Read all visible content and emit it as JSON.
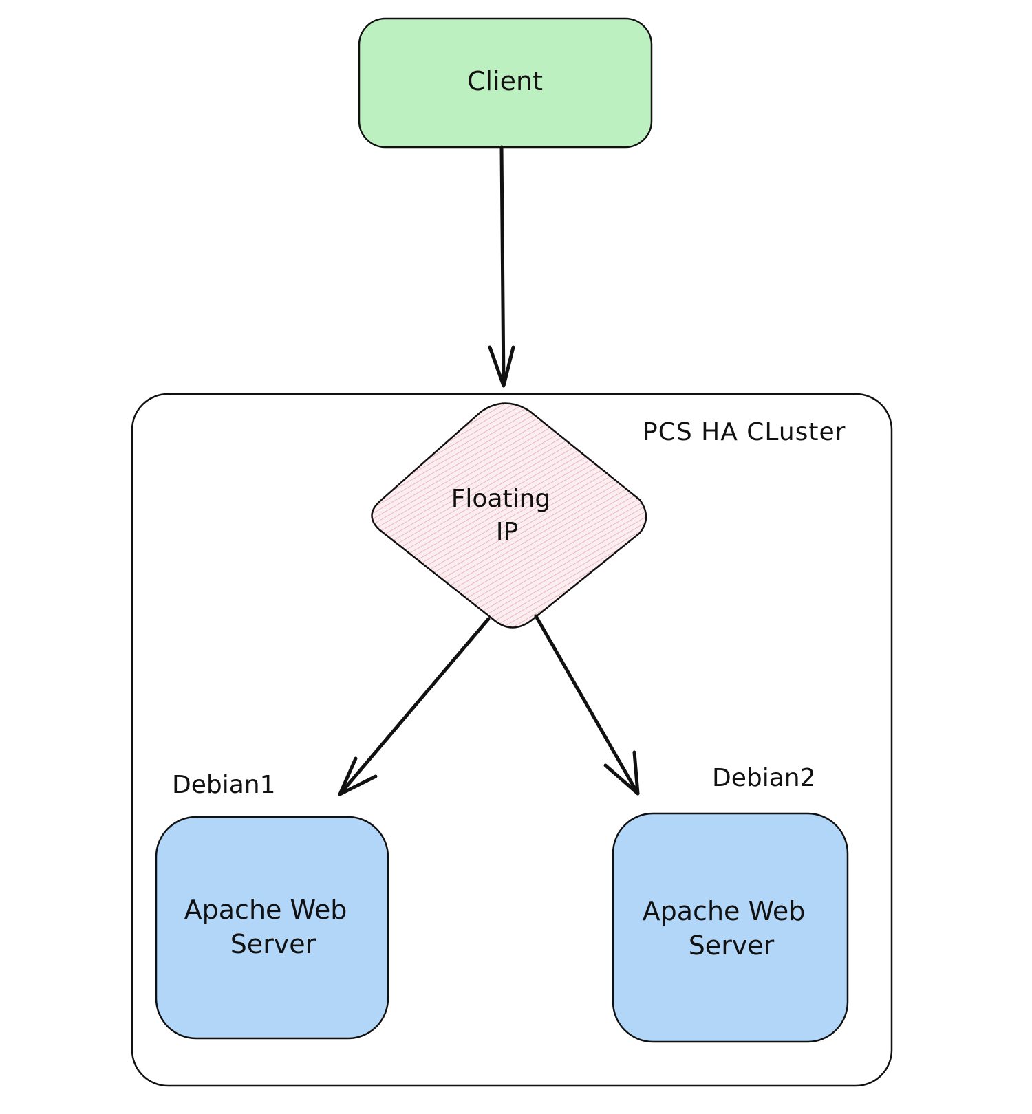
{
  "nodes": {
    "client": {
      "label": "Client",
      "fill": "#bdf0c0"
    },
    "cluster": {
      "label": "PCS HA CLuster",
      "fill": "#ffffff"
    },
    "floating_ip": {
      "label_line1": "Floating",
      "label_line2": "IP",
      "fill": "#fbeef0",
      "hatch": "#e8a8b0"
    },
    "debian1": {
      "label": "Debian1"
    },
    "debian2": {
      "label": "Debian2"
    },
    "server1": {
      "label_line1": "Apache Web",
      "label_line2": "Server",
      "fill": "#b2d6f8"
    },
    "server2": {
      "label_line1": "Apache Web",
      "label_line2": "Server",
      "fill": "#b2d6f8"
    }
  },
  "edges": [
    {
      "from": "client",
      "to": "floating_ip"
    },
    {
      "from": "floating_ip",
      "to": "server1"
    },
    {
      "from": "floating_ip",
      "to": "server2"
    }
  ],
  "colors": {
    "stroke": "#111111"
  }
}
